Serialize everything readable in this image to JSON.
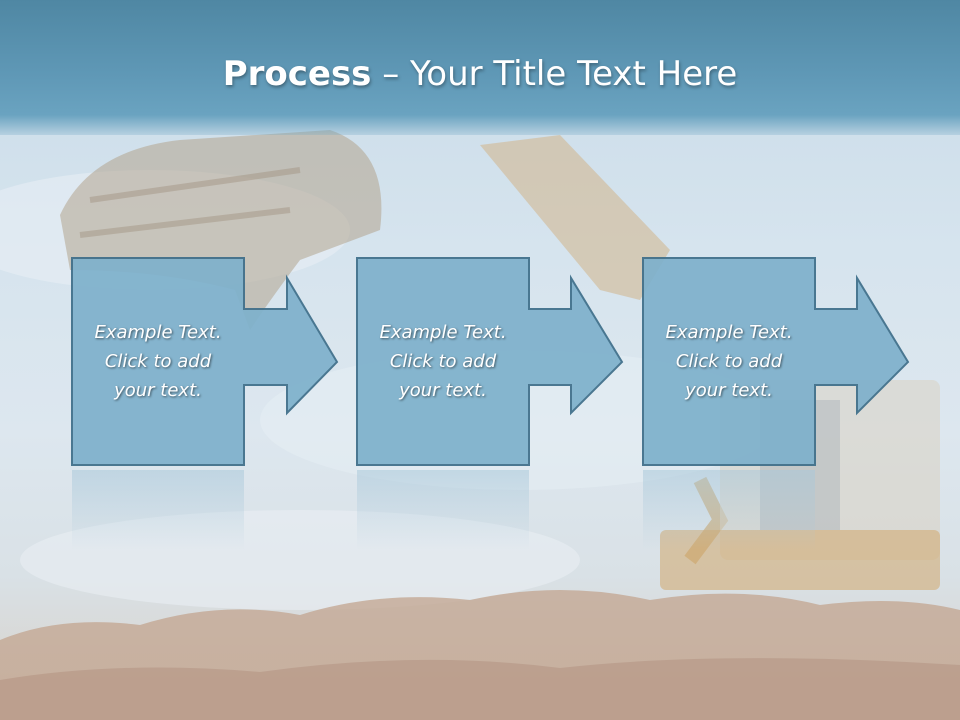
{
  "slide": {
    "title_bold": "Process",
    "title_rest": " – Your Title Text Here"
  },
  "steps": [
    {
      "text": "Example Text.\nClick  to add\nyour text."
    },
    {
      "text": "Example Text.\nClick  to add\nyour text."
    },
    {
      "text": "Example Text.\nClick  to add\nyour text."
    }
  ],
  "colors": {
    "title_bar": "#5f98b6",
    "step_fill": "#7fb1cc",
    "step_stroke": "#3f6f8a"
  }
}
